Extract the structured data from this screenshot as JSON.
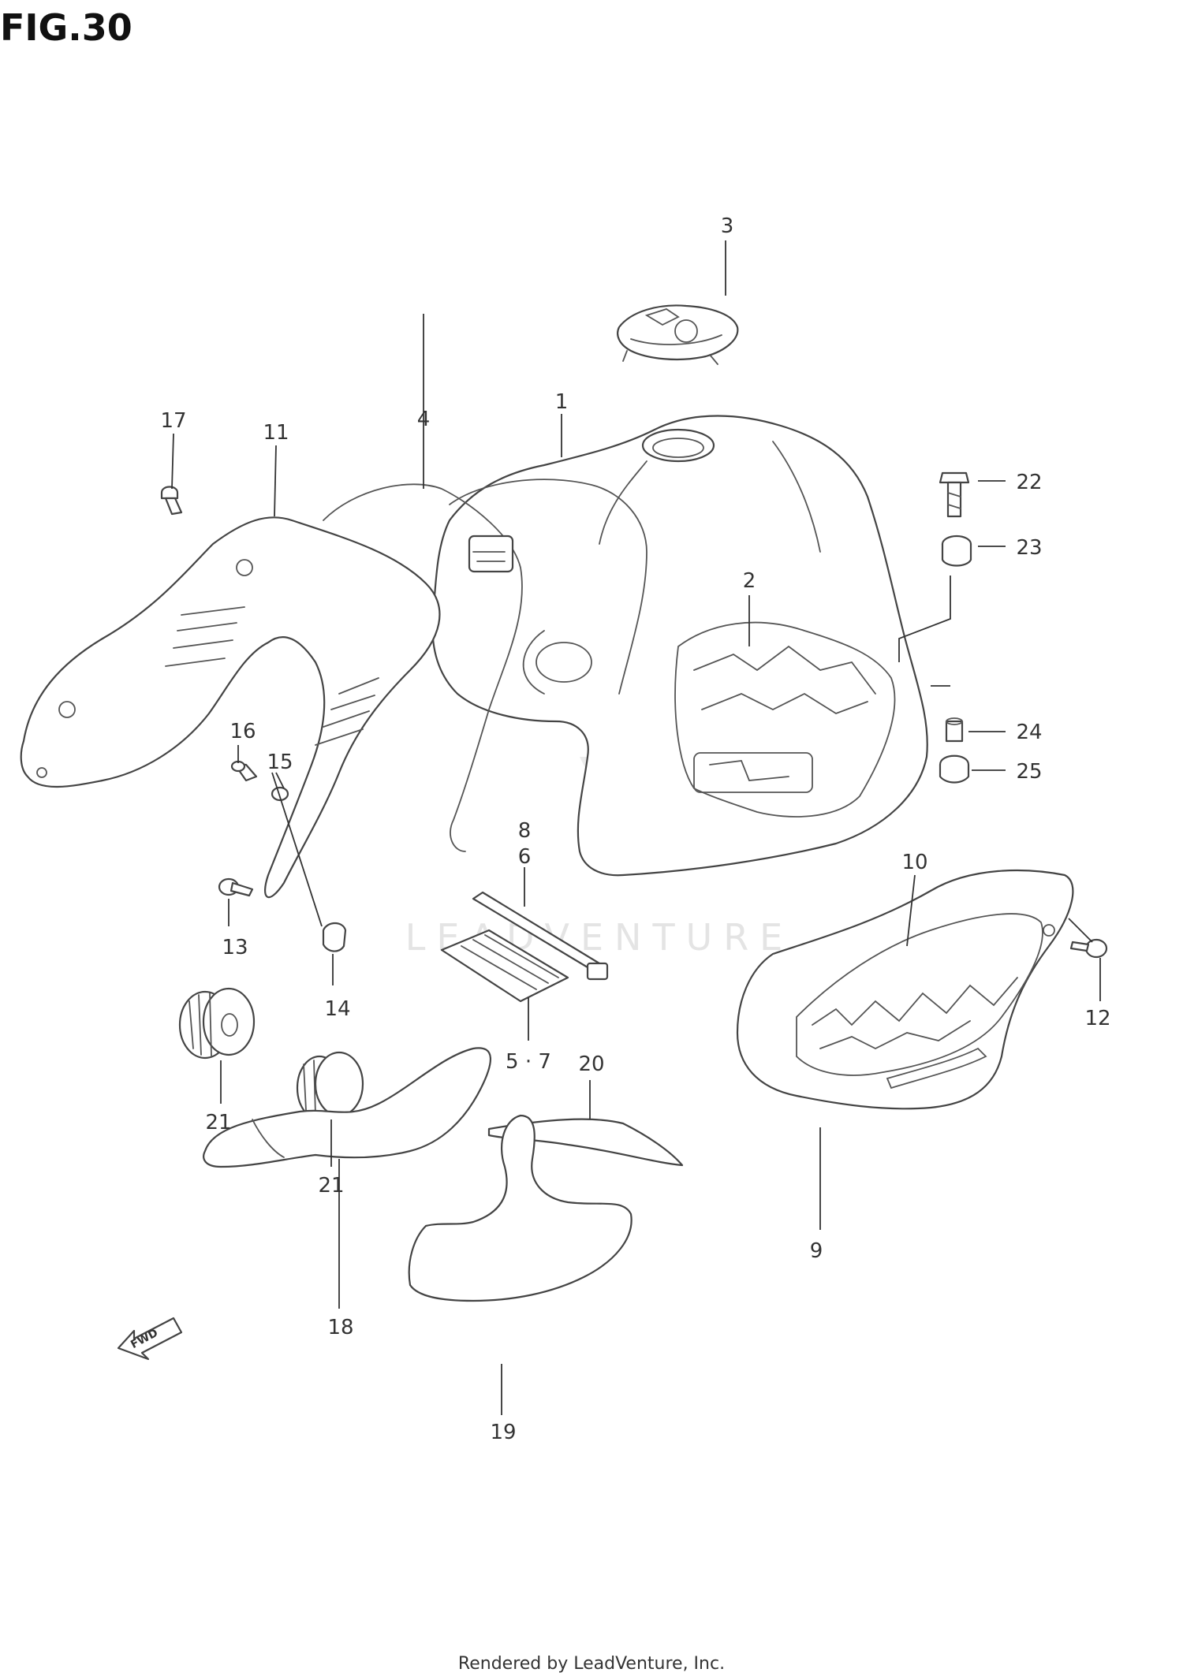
{
  "figure": {
    "title": "FIG.30"
  },
  "callouts": [
    {
      "id": "c1",
      "label": "1"
    },
    {
      "id": "c2",
      "label": "2"
    },
    {
      "id": "c3",
      "label": "3"
    },
    {
      "id": "c4",
      "label": "4"
    },
    {
      "id": "c5_7",
      "label": "5 · 7"
    },
    {
      "id": "c6",
      "label": "6"
    },
    {
      "id": "c8",
      "label": "8"
    },
    {
      "id": "c9",
      "label": "9"
    },
    {
      "id": "c10",
      "label": "10"
    },
    {
      "id": "c11",
      "label": "11"
    },
    {
      "id": "c12",
      "label": "12"
    },
    {
      "id": "c13",
      "label": "13"
    },
    {
      "id": "c14",
      "label": "14"
    },
    {
      "id": "c15",
      "label": "15"
    },
    {
      "id": "c16",
      "label": "16"
    },
    {
      "id": "c17",
      "label": "17"
    },
    {
      "id": "c18",
      "label": "18"
    },
    {
      "id": "c19",
      "label": "19"
    },
    {
      "id": "c20",
      "label": "20"
    },
    {
      "id": "c21a",
      "label": "21"
    },
    {
      "id": "c21b",
      "label": "21"
    },
    {
      "id": "c22",
      "label": "22"
    },
    {
      "id": "c23",
      "label": "23"
    },
    {
      "id": "c24",
      "label": "24"
    },
    {
      "id": "c25",
      "label": "25"
    }
  ],
  "direction_arrow": {
    "label": "FWD",
    "icon": "forward-arrow-icon"
  },
  "watermark": {
    "text": "LEADVENTURE"
  },
  "footer": {
    "text": "Rendered by LeadVenture, Inc."
  }
}
